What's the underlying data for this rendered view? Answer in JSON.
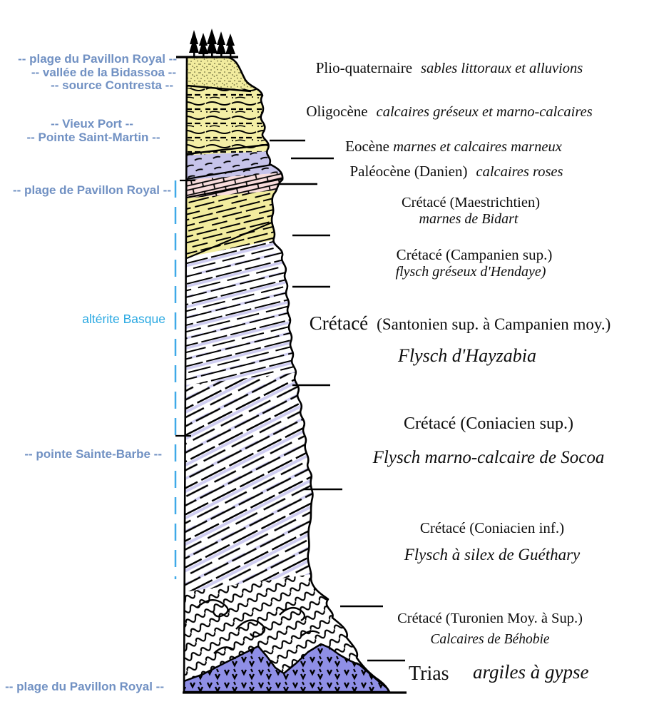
{
  "left_labels": [
    {
      "text": "-- plage du Pavillon Royal --"
    },
    {
      "text": "-- vallée de la Bidassoa --"
    },
    {
      "text": "-- source Contresta --"
    },
    {
      "text": "-- Vieux Port --"
    },
    {
      "text": "-- Pointe Saint-Martin --"
    },
    {
      "text": "-- plage de Pavillon Royal --"
    },
    {
      "text": "altérite Basque"
    },
    {
      "text": "-- pointe Sainte-Barbe --"
    },
    {
      "text": "-- plage du Pavillon Royal --"
    }
  ],
  "units": [
    {
      "age": "Plio-quaternaire",
      "lithology": "sables littoraux et alluvions"
    },
    {
      "age": "Oligocène",
      "lithology": "calcaires gréseux et marno-calcaires"
    },
    {
      "age": "Eocène",
      "lithology": "marnes et calcaires marneux"
    },
    {
      "age": "Paléocène (Danien)",
      "lithology": "calcaires roses"
    },
    {
      "age": "Crétacé (Maestrichtien)",
      "lithology": "marnes de Bidart"
    },
    {
      "age": "Crétacé (Campanien sup.)",
      "lithology": "flysch gréseux d'Hendaye)"
    },
    {
      "age": "Crétacé",
      "stage": "(Santonien sup. à Campanien moy.)",
      "lithology": "Flysch d'Hayzabia"
    },
    {
      "age": "Crétacé (Coniacien sup.)",
      "lithology": "Flysch marno-calcaire de Socoa"
    },
    {
      "age": "Crétacé (Coniacien inf.)",
      "lithology": "Flysch à silex de Guéthary"
    },
    {
      "age": "Crétacé (Turonien Moy. à Sup.)",
      "lithology": "Calcaires de Béhobie"
    },
    {
      "age": "Trias",
      "lithology": "argiles à gypse"
    }
  ],
  "colors": {
    "label_blue": "#7191C3",
    "label_cyan": "#2BA9E2",
    "sand_yellow": "#F2EC9E",
    "marl_lavender": "#C6C3EA",
    "limestone_pink": "#F8DCDC",
    "flysch_lavender": "#CFCDF1",
    "trias_purple": "#8F8FE6",
    "ink": "#000000"
  }
}
